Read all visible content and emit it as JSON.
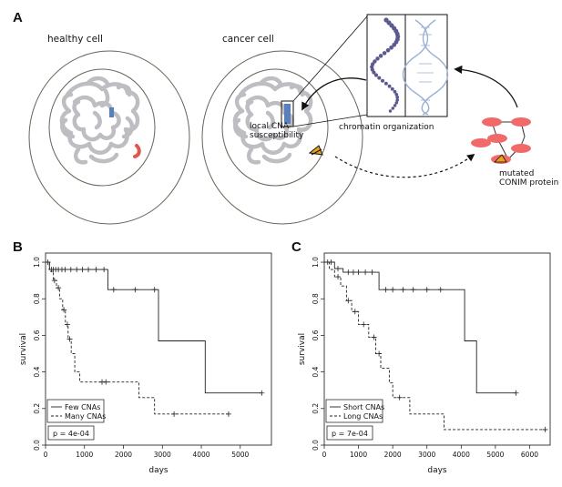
{
  "panel_a": {
    "label": "A",
    "healthy_cell_label": "healthy cell",
    "cancer_cell_label": "cancer cell",
    "local_cna_label_1": "local CNA",
    "local_cna_label_2": "susceptibility",
    "chromatin_label": "chromatin organization",
    "mutated_label_1": "mutated",
    "mutated_label_2": "CONIM protein",
    "colors": {
      "chromatin": "#bdbdc2",
      "blue_mark": "#5a7fbf",
      "red_mark": "#e0554f",
      "protein": "#f06a6a",
      "mutation": "#e8a21b"
    }
  },
  "chart_data": [
    {
      "type": "line",
      "panel": "B",
      "xlabel": "days",
      "ylabel": "survival",
      "xlim": [
        0,
        5800
      ],
      "ylim": [
        0,
        1.05
      ],
      "xticks": [
        0,
        1000,
        2000,
        3000,
        4000,
        5000
      ],
      "yticks": [
        0.0,
        0.2,
        0.4,
        0.6,
        0.8,
        1.0
      ],
      "legend_position": "bottom-left",
      "pvalue": "p =  4e-04",
      "series": [
        {
          "name": "Few CNAs",
          "style": "solid",
          "x": [
            0,
            100,
            100,
            1600,
            1600,
            2900,
            2900,
            4100,
            4100,
            5550
          ],
          "y": [
            1.0,
            1.0,
            0.96,
            0.96,
            0.85,
            0.85,
            0.57,
            0.57,
            0.285,
            0.285
          ],
          "censor_x": [
            60,
            150,
            200,
            260,
            330,
            420,
            500,
            650,
            800,
            950,
            1100,
            1300,
            1500,
            1750,
            2300,
            2800,
            5550
          ],
          "censor_y": [
            1.0,
            0.96,
            0.96,
            0.96,
            0.96,
            0.96,
            0.96,
            0.96,
            0.96,
            0.96,
            0.96,
            0.96,
            0.96,
            0.85,
            0.85,
            0.85,
            0.285
          ]
        },
        {
          "name": "Many CNAs",
          "style": "dashed",
          "x": [
            0,
            100,
            100,
            200,
            200,
            280,
            280,
            360,
            360,
            440,
            440,
            510,
            510,
            580,
            580,
            660,
            660,
            750,
            750,
            880,
            880,
            2400,
            2400,
            2800,
            2800,
            4750
          ],
          "y": [
            1.0,
            1.0,
            0.95,
            0.95,
            0.9,
            0.9,
            0.86,
            0.86,
            0.8,
            0.8,
            0.74,
            0.74,
            0.66,
            0.66,
            0.58,
            0.58,
            0.5,
            0.5,
            0.4,
            0.4,
            0.345,
            0.345,
            0.26,
            0.26,
            0.17,
            0.17
          ],
          "censor_x": [
            230,
            330,
            470,
            560,
            620,
            1450,
            1550,
            3300,
            4700
          ],
          "censor_y": [
            0.9,
            0.86,
            0.74,
            0.66,
            0.58,
            0.345,
            0.345,
            0.17,
            0.17
          ]
        }
      ]
    },
    {
      "type": "line",
      "panel": "C",
      "xlabel": "days",
      "ylabel": "survival",
      "xlim": [
        0,
        6600
      ],
      "ylim": [
        0,
        1.05
      ],
      "xticks": [
        0,
        1000,
        2000,
        3000,
        4000,
        5000,
        6000
      ],
      "yticks": [
        0.0,
        0.2,
        0.4,
        0.6,
        0.8,
        1.0
      ],
      "legend_position": "bottom-left",
      "pvalue": "p =  7e-04",
      "series": [
        {
          "name": "Short CNAs",
          "style": "solid",
          "x": [
            0,
            300,
            300,
            550,
            550,
            1600,
            1600,
            4100,
            4100,
            4450,
            4450,
            5600
          ],
          "y": [
            1.0,
            1.0,
            0.965,
            0.965,
            0.945,
            0.945,
            0.85,
            0.85,
            0.57,
            0.57,
            0.285,
            0.285
          ],
          "censor_x": [
            100,
            200,
            400,
            700,
            850,
            1000,
            1200,
            1400,
            1800,
            2000,
            2300,
            2600,
            3000,
            3400,
            5600
          ],
          "censor_y": [
            1.0,
            1.0,
            0.965,
            0.945,
            0.945,
            0.945,
            0.945,
            0.945,
            0.85,
            0.85,
            0.85,
            0.85,
            0.85,
            0.85,
            0.285
          ]
        },
        {
          "name": "Long CNAs",
          "style": "dashed",
          "x": [
            0,
            150,
            150,
            300,
            300,
            480,
            480,
            650,
            650,
            800,
            800,
            1000,
            1000,
            1300,
            1300,
            1500,
            1500,
            1650,
            1650,
            1900,
            1900,
            2000,
            2000,
            2500,
            2500,
            3500,
            3500,
            3700,
            3700,
            6500
          ],
          "y": [
            1.0,
            1.0,
            0.96,
            0.96,
            0.92,
            0.92,
            0.87,
            0.87,
            0.79,
            0.79,
            0.73,
            0.73,
            0.66,
            0.66,
            0.59,
            0.59,
            0.5,
            0.5,
            0.42,
            0.42,
            0.34,
            0.34,
            0.26,
            0.26,
            0.17,
            0.17,
            0.085,
            0.085,
            0.085,
            0.085
          ],
          "censor_x": [
            400,
            700,
            900,
            1150,
            1450,
            1600,
            2200,
            6450
          ],
          "censor_y": [
            0.92,
            0.79,
            0.73,
            0.66,
            0.59,
            0.5,
            0.26,
            0.085
          ]
        }
      ]
    }
  ]
}
